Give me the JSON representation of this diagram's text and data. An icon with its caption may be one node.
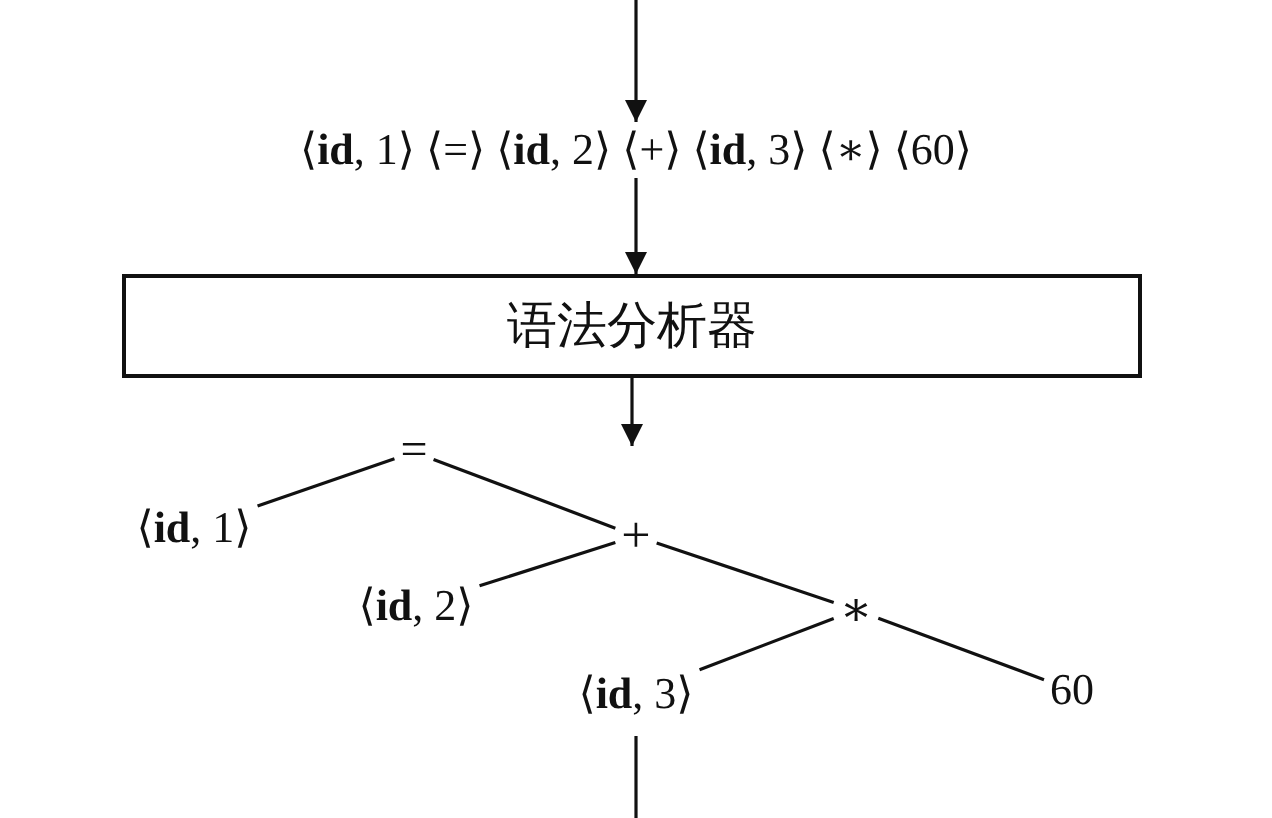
{
  "diagram": {
    "nodes": [
      {
        "text": [
          "⟨**id**, 1⟩ ⟨=⟩ ⟨**id**, 2⟩ ⟨+⟩ ⟨**id**, 3⟩ ⟨∗⟩ ⟨60⟩"
        ]
      },
      {
        "text": [
          "语法分析器"
        ]
      },
      {
        "text": [
          "="
        ]
      },
      {
        "text": [
          "⟨**id**, 1⟩"
        ]
      },
      {
        "text": [
          "+"
        ]
      },
      {
        "text": [
          "⟨**id**, 2⟩"
        ]
      },
      {
        "text": [
          "∗"
        ]
      },
      {
        "text": [
          "⟨**id**, 3⟩"
        ]
      },
      {
        "text": [
          "60"
        ]
      }
    ],
    "edges": [
      {
        "from": null,
        "to": 0,
        "arrow": "to"
      },
      {
        "from": 0,
        "to": 1,
        "arrow": "to"
      },
      {
        "from": 1,
        "to": null,
        "arrow": "to"
      },
      {
        "from": 2,
        "to": 3,
        "arrow": "none"
      },
      {
        "from": 2,
        "to": 4,
        "arrow": "none"
      },
      {
        "from": 4,
        "to": 5,
        "arrow": "none"
      },
      {
        "from": 4,
        "to": 6,
        "arrow": "none"
      },
      {
        "from": 6,
        "to": 7,
        "arrow": "none"
      },
      {
        "from": 6,
        "to": 8,
        "arrow": "none"
      }
    ]
  }
}
